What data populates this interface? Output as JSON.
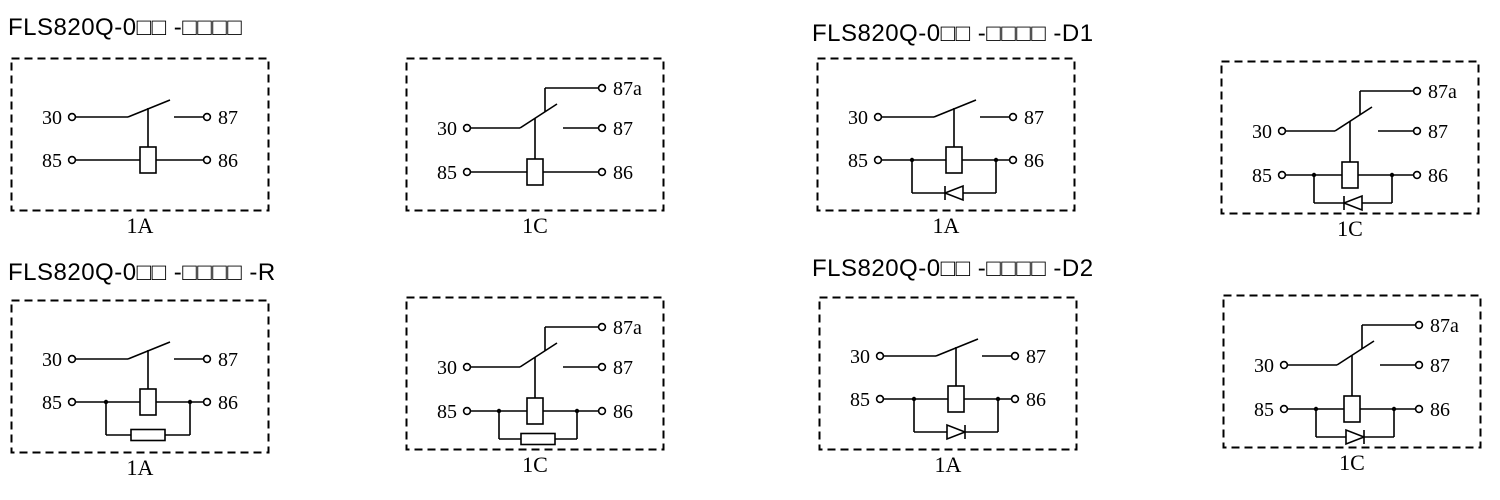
{
  "colors": {
    "line": "#000000",
    "background": "#ffffff",
    "text": "#000000"
  },
  "groups": [
    {
      "title": "FLS820Q-0□□ -□□□□",
      "diagrams": [
        {
          "caption": "1A",
          "type": "1A",
          "variant": "none",
          "labels": {
            "common": "30",
            "no": "87",
            "coil_left": "85",
            "coil_right": "86"
          }
        },
        {
          "caption": "1C",
          "type": "1C",
          "variant": "none",
          "labels": {
            "common": "30",
            "nc": "87a",
            "no": "87",
            "coil_left": "85",
            "coil_right": "86"
          }
        }
      ]
    },
    {
      "title": "FLS820Q-0□□ -□□□□ -D1",
      "diagrams": [
        {
          "caption": "1A",
          "type": "1A",
          "variant": "D1",
          "labels": {
            "common": "30",
            "no": "87",
            "coil_left": "85",
            "coil_right": "86"
          }
        },
        {
          "caption": "1C",
          "type": "1C",
          "variant": "D1",
          "labels": {
            "common": "30",
            "nc": "87a",
            "no": "87",
            "coil_left": "85",
            "coil_right": "86"
          }
        }
      ]
    },
    {
      "title": "FLS820Q-0□□ -□□□□ -R",
      "diagrams": [
        {
          "caption": "1A",
          "type": "1A",
          "variant": "R",
          "labels": {
            "common": "30",
            "no": "87",
            "coil_left": "85",
            "coil_right": "86"
          }
        },
        {
          "caption": "1C",
          "type": "1C",
          "variant": "R",
          "labels": {
            "common": "30",
            "nc": "87a",
            "no": "87",
            "coil_left": "85",
            "coil_right": "86"
          }
        }
      ]
    },
    {
      "title": "FLS820Q-0□□ -□□□□ -D2",
      "diagrams": [
        {
          "caption": "1A",
          "type": "1A",
          "variant": "D2",
          "labels": {
            "common": "30",
            "no": "87",
            "coil_left": "85",
            "coil_right": "86"
          }
        },
        {
          "caption": "1C",
          "type": "1C",
          "variant": "D2",
          "labels": {
            "common": "30",
            "nc": "87a",
            "no": "87",
            "coil_left": "85",
            "coil_right": "86"
          }
        }
      ]
    }
  ]
}
